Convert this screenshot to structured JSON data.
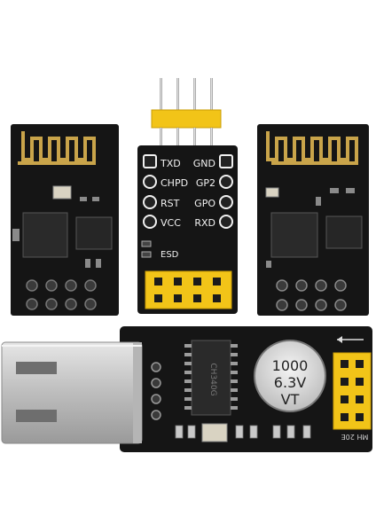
{
  "photo": {
    "subject": "ESP8266 ESP-01 WiFi modules with breakout adapter and USB programmer"
  },
  "adapter_board": {
    "pin_labels_left": [
      "TXD",
      "CHPD",
      "RST",
      "VCC"
    ],
    "pin_labels_right": [
      "GND",
      "GP2",
      "GPO",
      "RXD"
    ],
    "esd_label": "ESD"
  },
  "usb_programmer": {
    "capacitor_lines": [
      "1000",
      "6.3V",
      "VT"
    ],
    "chip_marking": "CH340G",
    "edge_label": "MH 20E"
  },
  "colors": {
    "pcb": "#141414",
    "header_yellow": "#f2c418",
    "gold_trace": "#c9a44a",
    "usb_metal": "#c8c8c8"
  }
}
